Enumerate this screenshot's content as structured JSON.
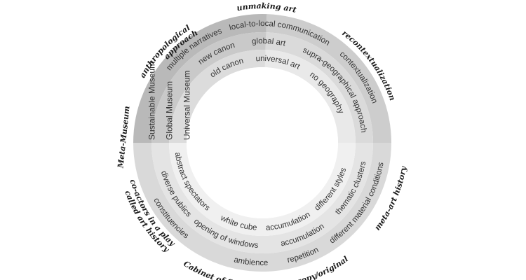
{
  "diagram": {
    "colors": {
      "background": "#ffffff",
      "center": "#ffffff",
      "text": "#333333",
      "outer_label": "#1a1a1a",
      "sector_dark": [
        "#b9b9b9",
        "#c9c9c9",
        "#dcdcdc"
      ],
      "sector_mid": [
        "#cdcdcd",
        "#dadada",
        "#e9e9e9"
      ],
      "sector_light": [
        "#d9d9d9",
        "#e4e4e4",
        "#f0f0f0"
      ]
    },
    "museum_types": {
      "outer": "Sustainable Museum",
      "middle": "Global Museum",
      "inner": "Universal Museum"
    },
    "rings": {
      "outer": [
        "multiple narratives",
        "local-to-local communication",
        "contextualization",
        "different material conditions",
        "repetition",
        "ambience",
        "constituencies"
      ],
      "middle": [
        "new canon",
        "global art",
        "supra-geographical approach",
        "thematic clusters",
        "accumulation",
        "opening of windows",
        "diverse publics"
      ],
      "inner": [
        "old canon",
        "universal art",
        "no geography",
        "different styles",
        "accumulation",
        "white cube",
        "abstract  spectators"
      ]
    },
    "outer_labels": {
      "meta_museum": "Meta-Museum",
      "anthropological_1": "anthropological",
      "anthropological_2": "approach",
      "unmaking_art": "unmaking art",
      "recontextualization": "recontextualization",
      "meta_art_history": "meta-art history",
      "copy_original": "copy/original",
      "cabinet": "Cabinet of Curiosities",
      "co_actors_1": "co-actors in a play",
      "co_actors_2": "called art history"
    }
  }
}
